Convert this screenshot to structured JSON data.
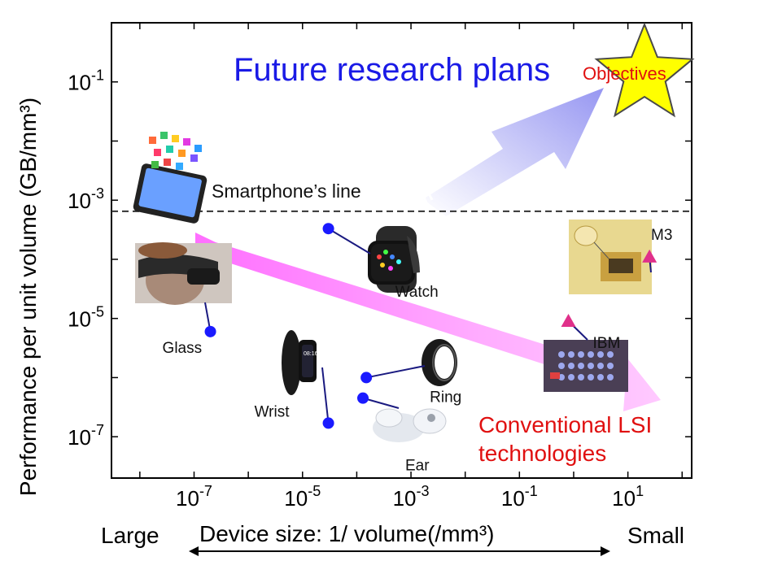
{
  "chart_data": {
    "type": "scatter",
    "title": "",
    "xlabel": "Device size: 1/ volume(/mm³)",
    "ylabel": "Performance per unit volume (GB/mm³)",
    "x_scale": "log",
    "y_scale": "log",
    "xlim": [
      3e-09,
      150
    ],
    "ylim": [
      2e-08,
      1
    ],
    "x_ticks": [
      {
        "value": 1e-07,
        "base": "10",
        "exp": "-7"
      },
      {
        "value": 1e-05,
        "base": "10",
        "exp": "-5"
      },
      {
        "value": 0.001,
        "base": "10",
        "exp": "-3"
      },
      {
        "value": 0.1,
        "base": "10",
        "exp": "-1"
      },
      {
        "value": 10,
        "base": "10",
        "exp": "1"
      }
    ],
    "y_ticks": [
      {
        "value": 0.1,
        "base": "10",
        "exp": "-1"
      },
      {
        "value": 0.001,
        "base": "10",
        "exp": "-3"
      },
      {
        "value": 1e-05,
        "base": "10",
        "exp": "-5"
      },
      {
        "value": 1e-07,
        "base": "10",
        "exp": "-7"
      }
    ],
    "x_end_labels": {
      "left": "Large",
      "right": "Small"
    },
    "series": [
      {
        "marker": "circle",
        "color": "#1a1aff",
        "points": [
          {
            "label": "Glass",
            "x": 2e-07,
            "y": 6e-06
          },
          {
            "label": "Watch",
            "x": 3e-05,
            "y": 0.00033
          },
          {
            "label": "Wrist",
            "x": 3e-05,
            "y": 1.7e-07
          },
          {
            "label": "Ring",
            "x": 0.00015,
            "y": 1e-06
          },
          {
            "label": "Ear",
            "x": 0.00013,
            "y": 4.5e-07
          }
        ]
      },
      {
        "marker": "triangle",
        "color": "#e0308a",
        "points": [
          {
            "label": "M3",
            "x": 25,
            "y": 0.00011
          },
          {
            "label": "IBM",
            "x": 0.8,
            "y": 9e-06
          }
        ]
      }
    ],
    "reference_line": {
      "label": "Smartphone’s line",
      "y": 0.00065,
      "style": "dashed"
    },
    "annotations": {
      "future": "Future research plans",
      "objectives": "Objectives",
      "conventional_line1": "Conventional LSI",
      "conventional_line2": "technologies"
    },
    "colors": {
      "blue_dot": "#1a1aff",
      "triangle": "#e0308a",
      "future_text": "#1a1ae6",
      "conventional_text": "#e01010",
      "star_fill": "#ffff00",
      "objectives_text": "#e01010",
      "band": "#ff66ff"
    }
  }
}
